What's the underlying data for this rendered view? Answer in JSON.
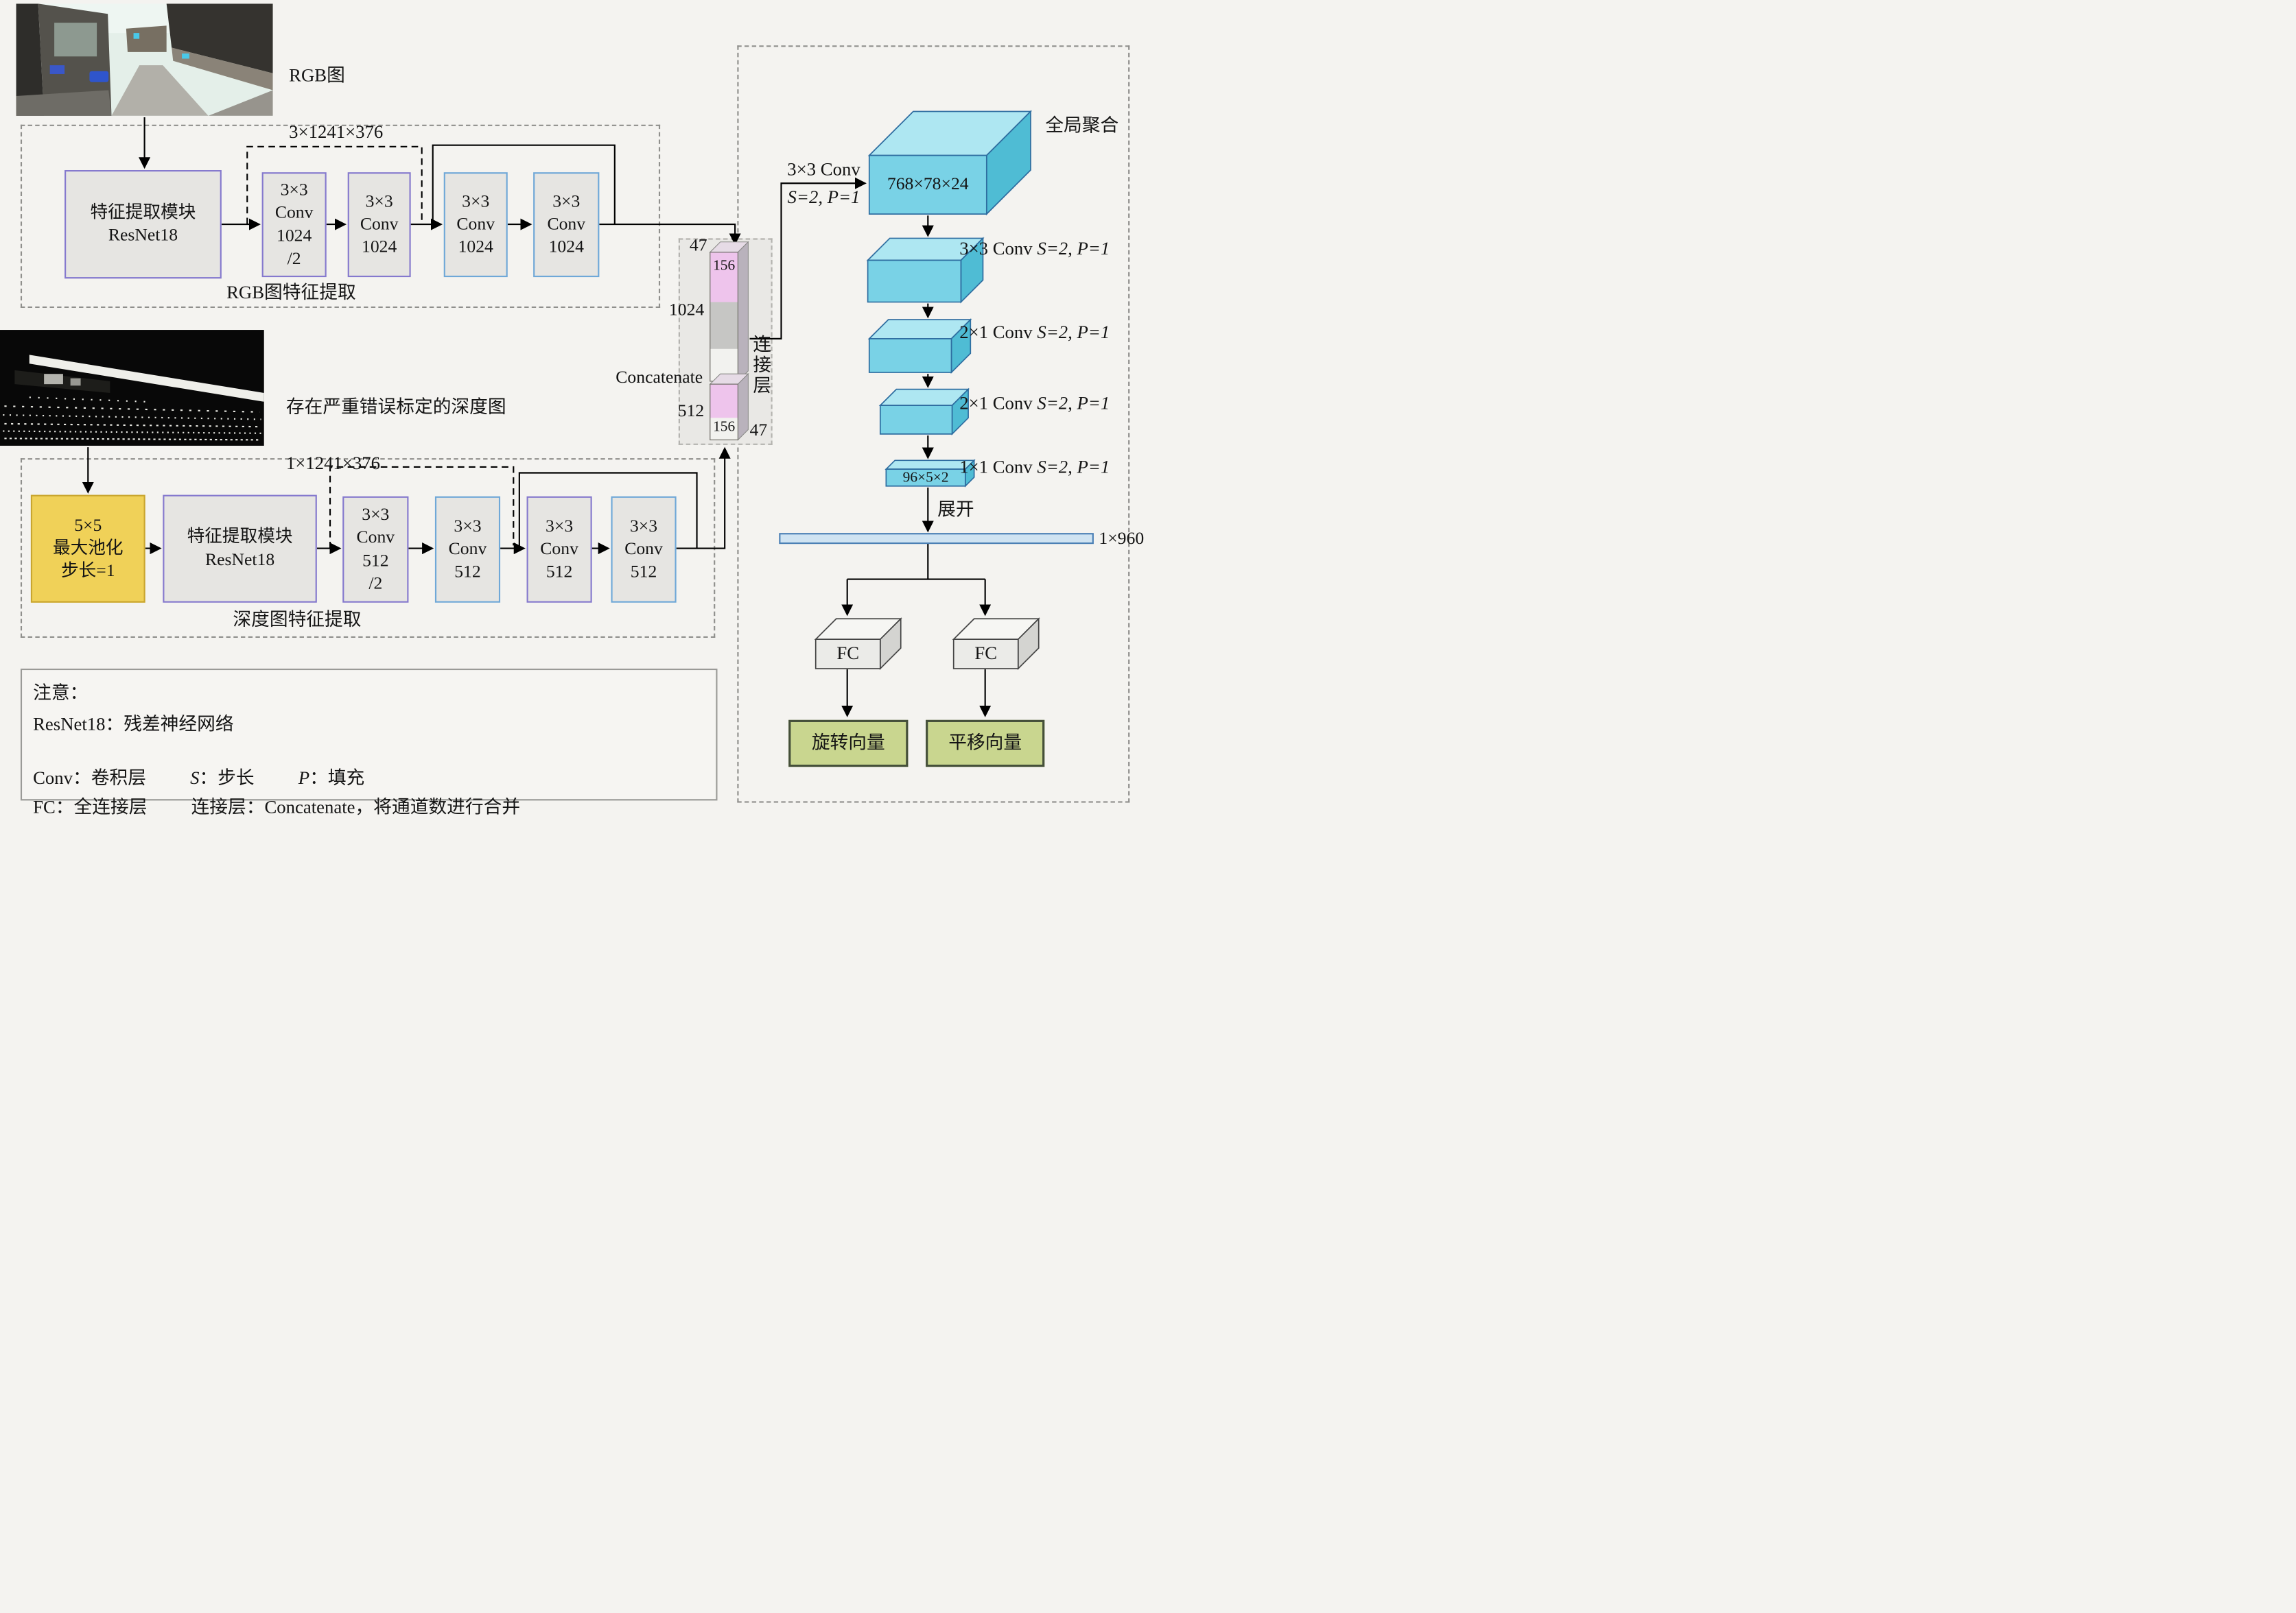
{
  "inputs": {
    "rgb_title": "RGB图",
    "rgb_dims": "3×1241×376",
    "depth_title": "存在严重错误标定的深度图",
    "depth_dims": "1×1241×376"
  },
  "rgb_branch": {
    "caption": "RGB图特征提取",
    "backbone": "特征提取模块\nResNet18",
    "conv1": "3×3\nConv\n1024\n/2",
    "conv2": "3×3\nConv\n1024",
    "conv3": "3×3\nConv\n1024",
    "conv4": "3×3\nConv\n1024"
  },
  "depth_branch": {
    "caption": "深度图特征提取",
    "maxpool": "5×5\n最大池化\n步长=1",
    "backbone": "特征提取模块\nResNet18",
    "conv1": "3×3\nConv\n512\n/2",
    "conv2": "3×3\nConv\n512",
    "conv3": "3×3\nConv\n512",
    "conv4": "3×3\nConv\n512"
  },
  "concat": {
    "title": "Concatenate",
    "top_width": "47",
    "top_inner": "156",
    "top_channels": "1024",
    "bottom_channels": "512",
    "bottom_inner": "156",
    "bottom_width": "47",
    "layer_name": "连接层"
  },
  "head": {
    "entry_conv": "3×3 Conv",
    "entry_params": "S=2, P=1",
    "global_pool": "全局聚合",
    "block1_dims": "768×78×24",
    "step1_conv": "3×3 Conv ",
    "step1_params": "S=2, P=1",
    "step2_conv": "2×1 Conv ",
    "step2_params": "S=2, P=1",
    "step3_conv": "2×1 Conv ",
    "step3_params": "S=2, P=1",
    "step4_conv": "1×1 Conv ",
    "step4_params": "S=2, P=1",
    "block5_dims": "96×5×2",
    "flatten": "展开",
    "vector_dims": "1×960",
    "fc_left": "FC",
    "fc_right": "FC",
    "rotation": "旋转向量",
    "translation": "平移向量"
  },
  "notes": {
    "title": "注意：",
    "resnet": "ResNet18：残差神经网络",
    "conv": "Conv：卷积层",
    "s": "S",
    "s_desc": "：步长",
    "p": "P",
    "p_desc": "：填充",
    "fc": "FC：全连接层",
    "concat_desc": "连接层：Concatenate，将通道数进行合并"
  },
  "colors": {
    "cyan_front": "#79d2e6",
    "cyan_top": "#aee7f2",
    "cyan_side": "#4fbcd4",
    "pink_segment": "#eec4ec",
    "yellow_box": "#f0d158",
    "green_box": "#c9d68f",
    "flat_vector_bar": "#cfe3f2",
    "background": "#f4f3f0"
  }
}
